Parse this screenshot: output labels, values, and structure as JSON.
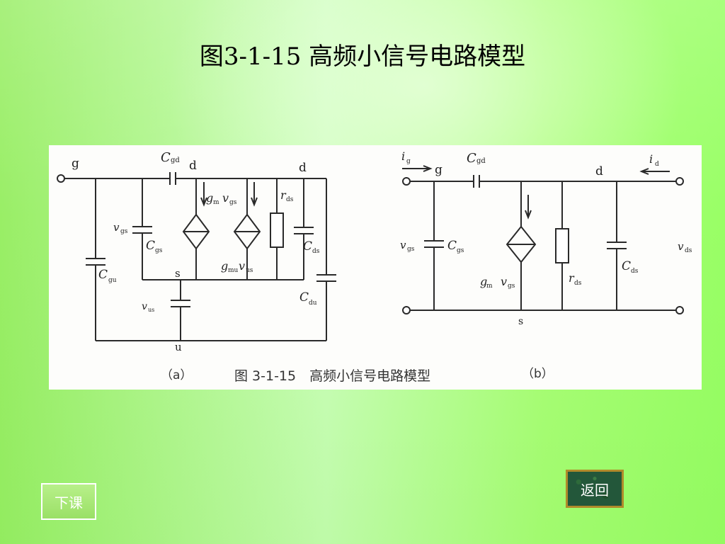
{
  "slide": {
    "title": "图3-1-15 高频小信号电路模型"
  },
  "figure": {
    "caption_a": "（a）",
    "caption_main": "图 3-1-15　高频小信号电路模型",
    "caption_b": "（b）",
    "circuit_a": {
      "node_g": "g",
      "node_d_left": "d",
      "node_d_right": "d",
      "node_s": "s",
      "node_u": "u",
      "cap_gd": "C",
      "cap_gd_sub": "gd",
      "v_gs": "v",
      "v_gs_sub": "gs",
      "cap_gs": "C",
      "cap_gs_sub": "gs",
      "cap_gu": "C",
      "cap_gu_sub": "gu",
      "src_gm": "g",
      "src_gm_sub": "m",
      "src_gm_v": "v",
      "src_gm_v_sub": "gs",
      "src_gmu": "g",
      "src_gmu_sub": "mu",
      "src_gmu_v": "v",
      "src_gmu_v_sub": "us",
      "r_ds": "r",
      "r_ds_sub": "ds",
      "cap_ds": "C",
      "cap_ds_sub": "ds",
      "cap_du": "C",
      "cap_du_sub": "du",
      "v_us": "v",
      "v_us_sub": "us"
    },
    "circuit_b": {
      "i_g": "i",
      "i_g_sub": "g",
      "node_g": "g",
      "cap_gd": "C",
      "cap_gd_sub": "gd",
      "node_d": "d",
      "i_d": "i",
      "i_d_sub": "d",
      "v_gs": "v",
      "v_gs_sub": "gs",
      "cap_gs": "C",
      "cap_gs_sub": "gs",
      "src_gm": "g",
      "src_gm_sub": "m",
      "src_v": "v",
      "src_v_sub": "gs",
      "r_ds": "r",
      "r_ds_sub": "ds",
      "cap_ds": "C",
      "cap_ds_sub": "ds",
      "v_ds": "v",
      "v_ds_sub": "ds",
      "node_s": "s"
    }
  },
  "nav": {
    "xiake_label": "下课",
    "back_label": "返回"
  },
  "colors": {
    "background_green": "#99ee66",
    "back_button_border": "#b08a2a",
    "back_button_fill": "#23573a"
  }
}
